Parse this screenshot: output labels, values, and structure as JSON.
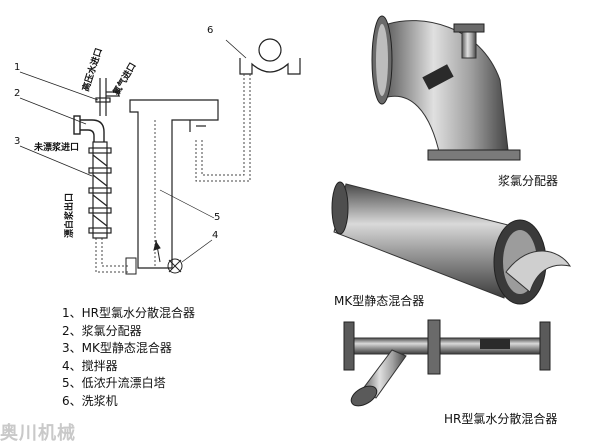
{
  "diagram": {
    "callouts": [
      "1",
      "2",
      "3",
      "4",
      "5",
      "6"
    ],
    "inlet_high_pressure": "高压水进口",
    "inlet_chlorine": "氯气进口",
    "inlet_pulp": "未漂浆进口",
    "outlet_pulp": "漂白浆出口"
  },
  "legend": [
    "1、HR型氯水分散混合器",
    "2、浆氯分配器",
    "3、MK型静态混合器",
    "4、搅拌器",
    "5、低浓升流漂白塔",
    "6、洗浆机"
  ],
  "photos": {
    "top_caption": "浆氯分配器",
    "middle_caption": "MK型静态混合器",
    "bottom_caption": "HR型氯水分散混合器"
  },
  "watermark": "奥川机械"
}
